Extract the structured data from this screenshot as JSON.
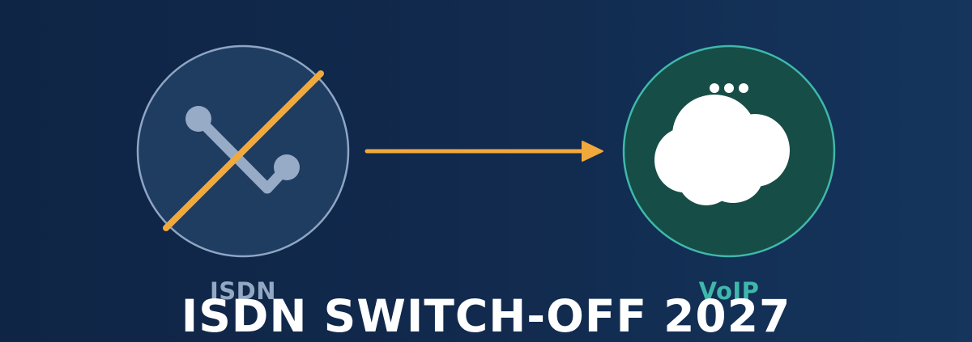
{
  "headline": "ISDN SWITCH-OFF 2027",
  "nodes": {
    "source": {
      "label": "ISDN",
      "icon": "crossed-out-phone-line-icon"
    },
    "target": {
      "label": "VoIP",
      "icon": "cloud-icon"
    }
  },
  "connector": {
    "icon": "right-arrow-icon"
  },
  "colors": {
    "background_left": "#0f2546",
    "background_right": "#15355d",
    "isdn_circle_fill": "#1f3c61",
    "isdn_circle_stroke": "#8ea6c4",
    "isdn_label": "#93a8c3",
    "strike_and_arrow": "#f2a93b",
    "voip_circle_fill": "#164d47",
    "voip_circle_stroke": "#3fb8ab",
    "voip_label": "#3fb8ab",
    "cloud": "#ffffff",
    "headline": "#ffffff"
  }
}
